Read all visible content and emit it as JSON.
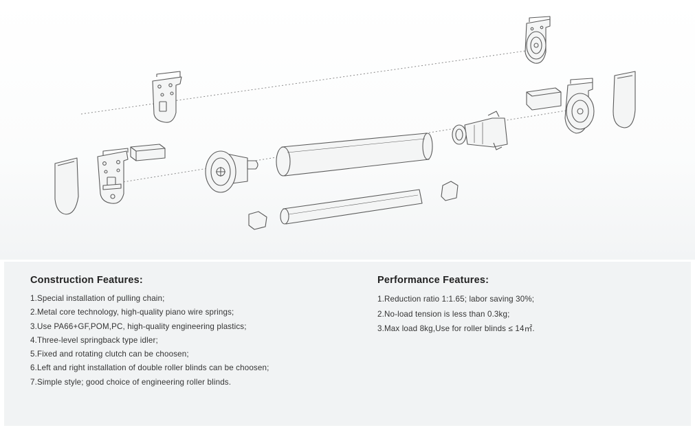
{
  "construction": {
    "title": "Construction Features:",
    "items": [
      "1.Special installation of pulling chain;",
      "2.Metal core technology, high-quality piano wire springs;",
      "3.Use PA66+GF,POM,PC, high-quality engineering plastics;",
      "4.Three-level springback type idler;",
      "5.Fixed and rotating clutch can be choosen;",
      "6.Left and right installation of double roller blinds can be choosen;",
      "7.Simple style; good choice of engineering roller blinds."
    ]
  },
  "performance": {
    "title": "Performance Features:",
    "items": [
      "1.Reduction ratio 1:1.65; labor saving 30%;",
      "2.No-load tension is less than 0.3kg;",
      "3.Max load 8kg,Use for roller blinds ≤ 14㎡."
    ]
  },
  "colors": {
    "line": "#5a5a5a",
    "fill": "#f4f5f5",
    "panel": "#f1f3f4"
  }
}
